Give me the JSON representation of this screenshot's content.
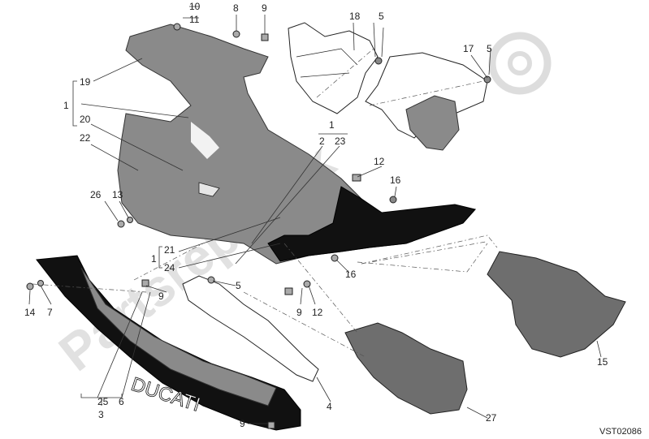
{
  "diagram_code": "VST02086",
  "watermark": "Partsrepublik",
  "labels": {
    "n1": "1",
    "n2": "2",
    "n3": "3",
    "n4": "4",
    "n5": "5",
    "n6": "6",
    "n7": "7",
    "n8": "8",
    "n9": "9",
    "n10": "10",
    "n11": "11",
    "n12": "12",
    "n13": "13",
    "n14": "14",
    "n15": "15",
    "n16": "16",
    "n17": "17",
    "n18": "18",
    "n19": "19",
    "n20": "20",
    "n21": "21",
    "n22": "22",
    "n23": "23",
    "n24": "24",
    "n25": "25",
    "n26": "26",
    "n27": "27"
  },
  "decal_text": "DUCATI",
  "colors": {
    "part_grey": "#8a8a8a",
    "part_black": "#111111",
    "watermark": "#c9c9c9"
  }
}
